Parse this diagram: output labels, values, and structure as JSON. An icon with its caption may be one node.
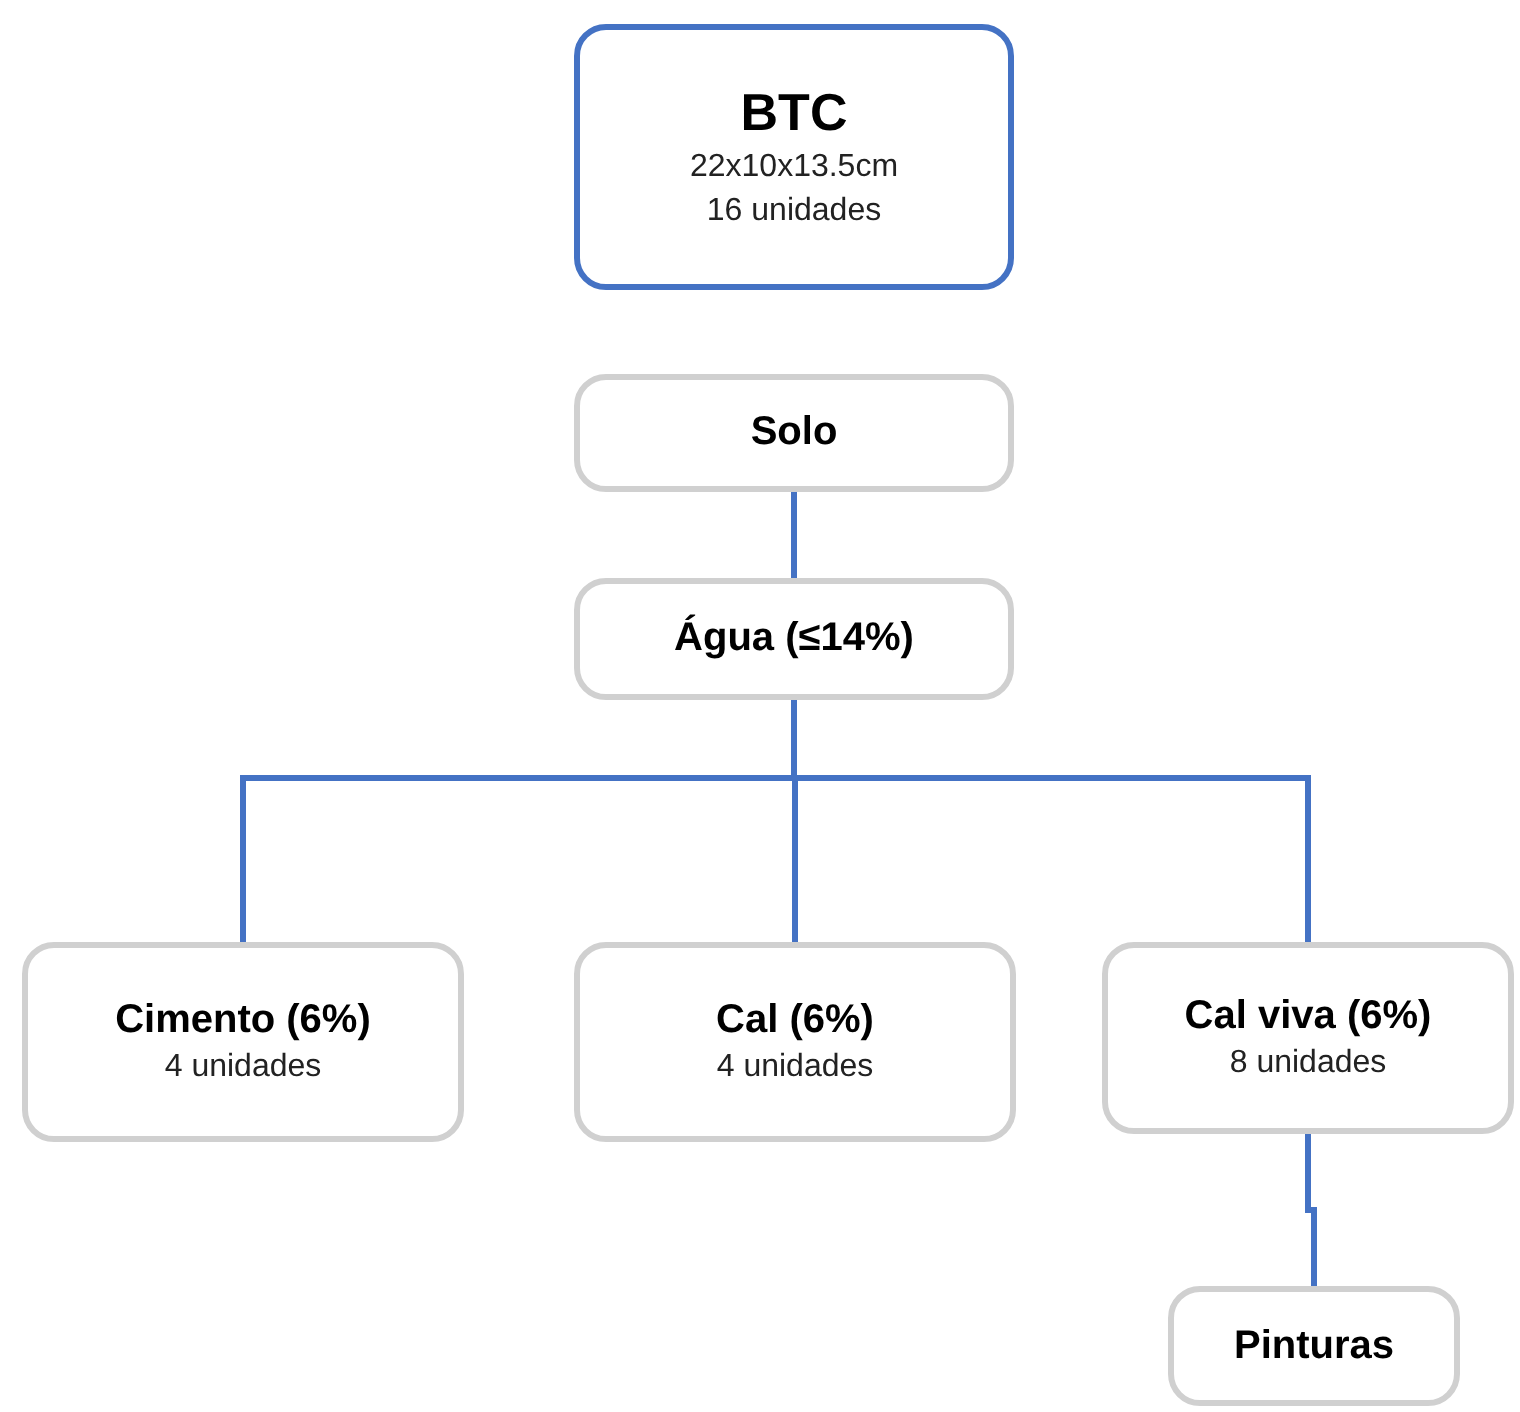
{
  "diagram": {
    "nodes": [
      {
        "text": [
          "BTC",
          "22x10x13.5cm",
          "16 unidades"
        ]
      },
      {
        "text": [
          "Solo"
        ]
      },
      {
        "text": [
          "**Água** (≤14%)"
        ]
      },
      {
        "text": [
          "**Cimento** (6%)",
          "4 unidades"
        ]
      },
      {
        "text": [
          "**Cal** (6%)",
          "4 unidades"
        ]
      },
      {
        "text": [
          "**Cal viva** (6%)",
          "8 unidades"
        ]
      },
      {
        "text": [
          "Pinturas"
        ]
      }
    ],
    "edges": [
      {
        "from": 1,
        "to": 2,
        "arrow": "none"
      },
      {
        "from": 2,
        "to": 3,
        "arrow": "none"
      },
      {
        "from": 2,
        "to": 4,
        "arrow": "none"
      },
      {
        "from": 2,
        "to": 5,
        "arrow": "none"
      },
      {
        "from": 5,
        "to": 6,
        "arrow": "none"
      }
    ]
  }
}
